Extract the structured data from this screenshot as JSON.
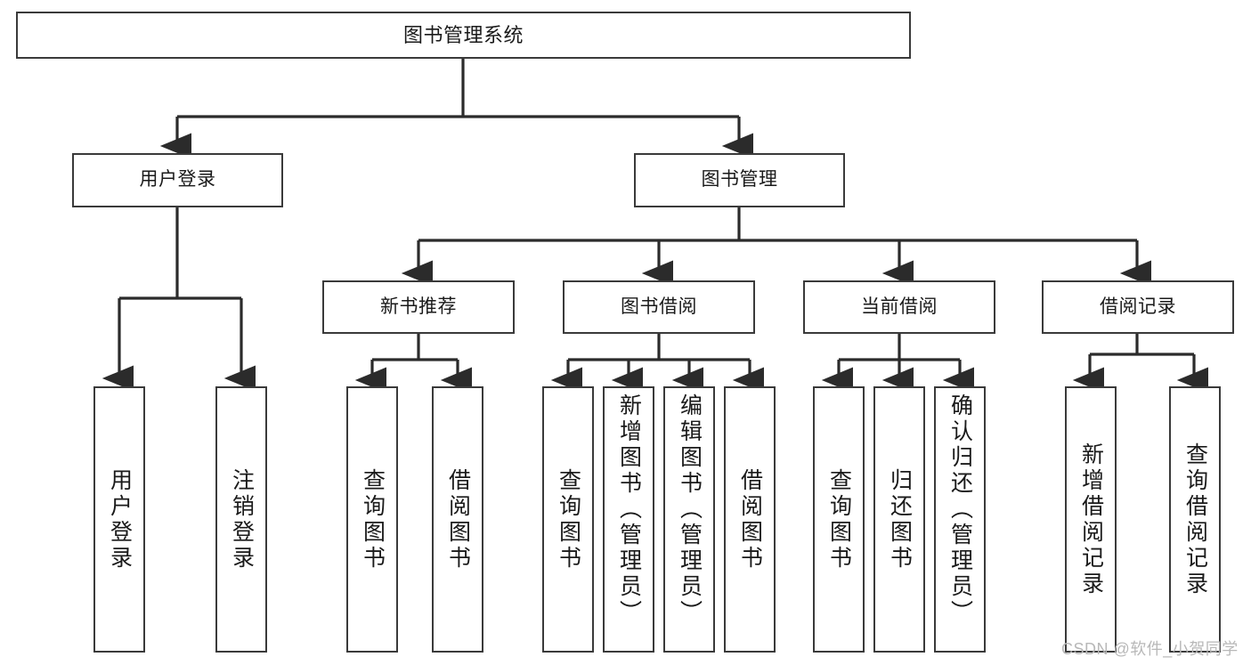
{
  "diagram": {
    "title": "图书管理系统",
    "type": "tree-hierarchy",
    "watermark": "CSDN @软件_小贺同学",
    "colors": {
      "background": "#ffffff",
      "box_border": "#3a3a3a",
      "box_fill": "#ffffff",
      "connector": "#2b2b2b",
      "text": "#1a1a1a",
      "watermark": "#b8b8b8"
    }
  },
  "nodes": {
    "root": {
      "label": "图书管理系统"
    },
    "level1": [
      {
        "id": "user-login",
        "label": "用户登录"
      },
      {
        "id": "book-manage",
        "label": "图书管理"
      }
    ],
    "level2": [
      {
        "id": "new-book-recommend",
        "label": "新书推荐"
      },
      {
        "id": "book-borrow",
        "label": "图书借阅"
      },
      {
        "id": "current-borrow",
        "label": "当前借阅"
      },
      {
        "id": "borrow-record",
        "label": "借阅记录"
      }
    ],
    "leaves": {
      "user_login": [
        {
          "id": "leaf-user-login",
          "label": "用户登录"
        },
        {
          "id": "leaf-user-logout",
          "label": "注销登录"
        }
      ],
      "new_book_recommend": [
        {
          "id": "leaf-query-book-1",
          "label": "查询图书"
        },
        {
          "id": "leaf-borrow-book-1",
          "label": "借阅图书"
        }
      ],
      "book_borrow": [
        {
          "id": "leaf-query-book-2",
          "label": "查询图书"
        },
        {
          "id": "leaf-add-book",
          "label": "新增图书（管理员）"
        },
        {
          "id": "leaf-edit-book",
          "label": "编辑图书（管理员）"
        },
        {
          "id": "leaf-borrow-book-2",
          "label": "借阅图书"
        }
      ],
      "current_borrow": [
        {
          "id": "leaf-query-book-3",
          "label": "查询图书"
        },
        {
          "id": "leaf-return-book",
          "label": "归还图书"
        },
        {
          "id": "leaf-confirm-return",
          "label": "确认归还（管理员）"
        }
      ],
      "borrow_record": [
        {
          "id": "leaf-add-record",
          "label": "新增借阅记录"
        },
        {
          "id": "leaf-query-record",
          "label": "查询借阅记录"
        }
      ]
    }
  }
}
